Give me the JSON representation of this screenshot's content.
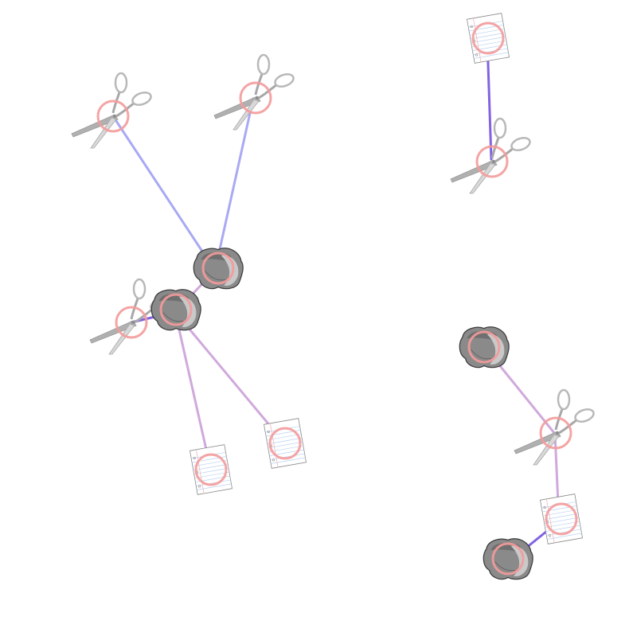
{
  "colors": {
    "background": "#ffffff",
    "edge_blue": "#8c8cf0",
    "edge_violet": "#c89ad6",
    "edge_dark": "#7a5ae0",
    "target_ring": "#f49a9a",
    "rock_dark": "#6e6e6e",
    "rock_mid": "#8f8f8f",
    "rock_light": "#c7c7c7",
    "paper_line": "#b9d2f2",
    "paper_margin": "#f0b9b9",
    "scissor_gray": "#b5b5b5",
    "scissor_blade": "#d6d6d6"
  },
  "nodes": [
    {
      "id": "scissors-a",
      "kind": "scissors",
      "icon": "scissors-icon"
    },
    {
      "id": "scissors-b",
      "kind": "scissors",
      "icon": "scissors-icon"
    },
    {
      "id": "paper-a",
      "kind": "paper",
      "icon": "notebook-paper-icon"
    },
    {
      "id": "scissors-c",
      "kind": "scissors",
      "icon": "scissors-icon"
    },
    {
      "id": "rock-a",
      "kind": "rock",
      "icon": "rock-icon"
    },
    {
      "id": "scissors-d",
      "kind": "scissors",
      "icon": "scissors-icon"
    },
    {
      "id": "rock-b",
      "kind": "rock",
      "icon": "rock-icon"
    },
    {
      "id": "paper-b",
      "kind": "paper",
      "icon": "notebook-paper-icon"
    },
    {
      "id": "paper-c",
      "kind": "paper",
      "icon": "notebook-paper-icon"
    },
    {
      "id": "rock-c",
      "kind": "rock",
      "icon": "rock-icon"
    },
    {
      "id": "scissors-e",
      "kind": "scissors",
      "icon": "scissors-icon"
    },
    {
      "id": "paper-d",
      "kind": "paper",
      "icon": "notebook-paper-icon"
    },
    {
      "id": "rock-d",
      "kind": "rock",
      "icon": "rock-icon"
    }
  ],
  "edges": [
    {
      "from": "scissors-a",
      "to": "rock-a",
      "style": "blue"
    },
    {
      "from": "scissors-b",
      "to": "rock-a",
      "style": "blue"
    },
    {
      "from": "paper-a",
      "to": "scissors-c",
      "style": "dark"
    },
    {
      "from": "rock-a",
      "to": "rock-b",
      "style": "violet"
    },
    {
      "from": "scissors-d",
      "to": "rock-b",
      "style": "dark"
    },
    {
      "from": "rock-b",
      "to": "paper-b",
      "style": "violet"
    },
    {
      "from": "rock-b",
      "to": "paper-c",
      "style": "violet"
    },
    {
      "from": "rock-c",
      "to": "scissors-e",
      "style": "violet"
    },
    {
      "from": "scissors-e",
      "to": "paper-d",
      "style": "violet"
    },
    {
      "from": "paper-d",
      "to": "rock-d",
      "style": "dark"
    }
  ]
}
